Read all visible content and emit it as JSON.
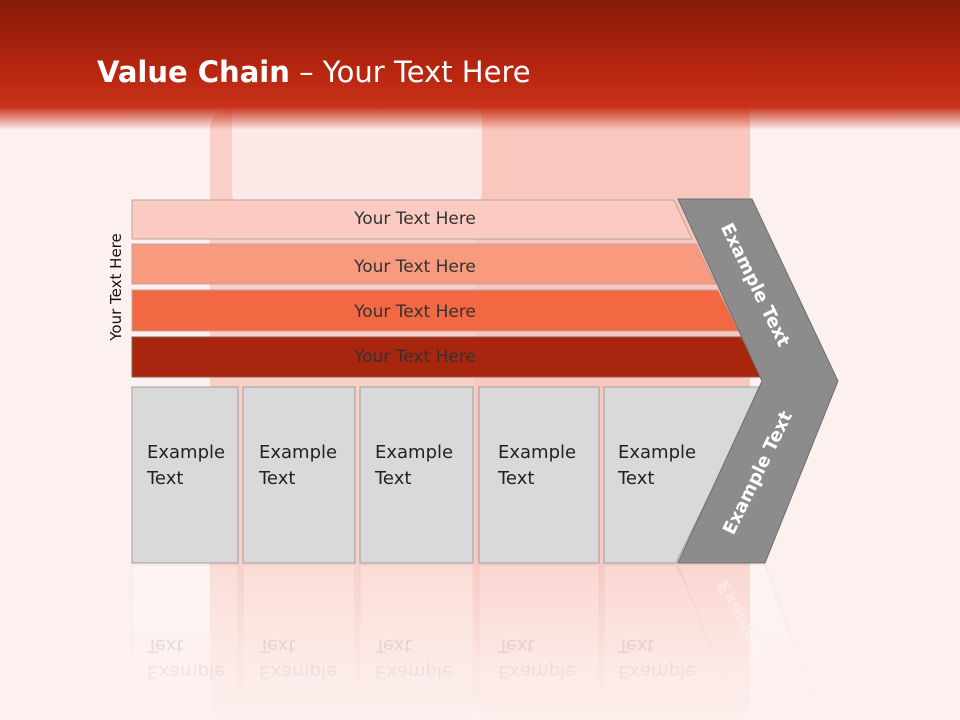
{
  "slide": {
    "title_bold": "Value Chain",
    "title_rest": " – Your Text Here",
    "side_label": "Your Text Here",
    "rows": [
      {
        "label": "Your Text Here",
        "color": "#fbcac0"
      },
      {
        "label": "Your Text Here",
        "color": "#f89a7e"
      },
      {
        "label": "Your Text Here",
        "color": "#f26843"
      },
      {
        "label": "Your Text Here",
        "color": "#a8250e"
      }
    ],
    "cells": [
      {
        "line1": "Example",
        "line2": "Text"
      },
      {
        "line1": "Example",
        "line2": "Text"
      },
      {
        "line1": "Example",
        "line2": "Text"
      },
      {
        "line1": "Example",
        "line2": "Text"
      },
      {
        "line1": "Example",
        "line2": "Text"
      }
    ],
    "chevron_top": "Example Text",
    "chevron_bottom": "Example Text",
    "colors": {
      "header": "#b8260f",
      "cell_fill": "#d9d9d9",
      "chevron_fill": "#8c8c8c"
    }
  }
}
